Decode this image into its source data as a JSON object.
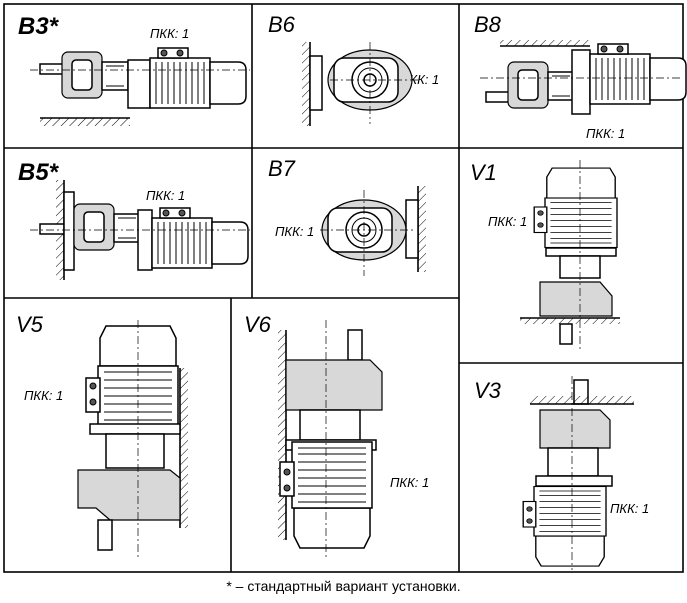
{
  "cells": [
    {
      "id": "b3",
      "label": "B3*",
      "pkk": "ПКК: 1"
    },
    {
      "id": "b6",
      "label": "B6",
      "pkk": "ПКК: 1"
    },
    {
      "id": "b8",
      "label": "B8",
      "pkk": "ПКК: 1"
    },
    {
      "id": "b5",
      "label": "B5*",
      "pkk": "ПКК: 1"
    },
    {
      "id": "b7",
      "label": "B7",
      "pkk": "ПКК: 1"
    },
    {
      "id": "v1",
      "label": "V1",
      "pkk": "ПКК: 1"
    },
    {
      "id": "v5",
      "label": "V5",
      "pkk": "ПКК: 1"
    },
    {
      "id": "v6",
      "label": "V6",
      "pkk": "ПКК: 1"
    },
    {
      "id": "v3",
      "label": "V3",
      "pkk": "ПКК: 1"
    }
  ],
  "footnote": "* – стандартный вариант установки."
}
